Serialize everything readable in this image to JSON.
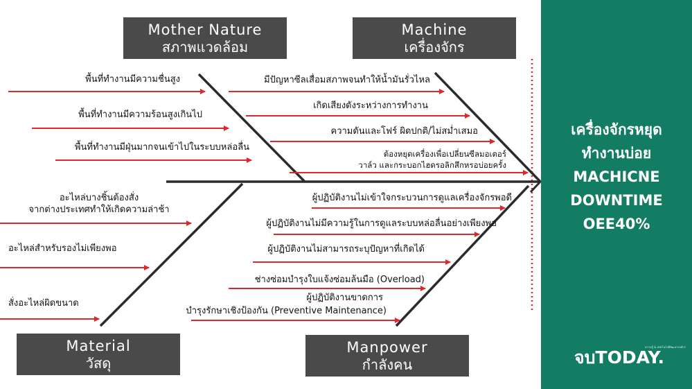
{
  "categories": {
    "mother_nature": {
      "en": "Mother Nature",
      "th": "สภาพแวดล้อม"
    },
    "machine": {
      "en": "Machine",
      "th": "เครื่องจักร"
    },
    "material": {
      "en": "Material",
      "th": "วัสดุ"
    },
    "manpower": {
      "en": "Manpower",
      "th": "กำลังคน"
    }
  },
  "causes": {
    "mother_nature": [
      "พื้นที่ทำงานมีความชื่นสูง",
      "พื้นที่ทำงานมีความร้อนสูงเกินไป",
      "พื้นที่ทำงานมีฝุ่นมากจนเข้าไปในระบบหล่อลื่น"
    ],
    "machine": [
      "มีปัญหาซีลเสื่อมสภาพจนทำให้น้ำมันรั่วไหล",
      "เกิดเสียงดังระหว่างการทำงาน",
      "ความดันและโฟร์ ผิดปกติ/ไม่สม่ำเสมอ",
      "ต้องหยุดเครื่องเพื่อเปลี่ยนซีลมอเตอร์",
      "วาล์ว และกระบอกไฮดรอลิกสึกหรอบ่อยครั้ง"
    ],
    "material": [
      "อะไหล่บางชิ้นต้องสั่ง",
      "จากต่างประเทศทำให้เกิดความล่าช้า",
      "อะไหล่สำหรับรองไม่เพียงพอ",
      "สั่งอะไหล่ผิดขนาด"
    ],
    "manpower": [
      "ผู้ปฏิบัติงานไม่เข้าใจกระบวนการดูแลเครื่องจักรพอดี",
      "ผู้ปฏิบัติงานไม่มีความรู้ในการดูแลระบบหล่อลื่นอย่างเพียงพอ",
      "ผู้ปฏิบัติงานไม่สามารถระบุปัญหาที่เกิดได้",
      "ช่างซ่อมบำรุงใบแจ้งซ่อมล้นมือ (Overload)",
      "ผู้ปฏิบัติงานขาดการ",
      "บำรุงรักษาเชิงป้องกัน (Preventive Maintenance)"
    ]
  },
  "effect": {
    "line1": "เครื่องจักรหยุด",
    "line2": "ทำงานบ่อย",
    "line3": "MACHICNE",
    "line4": "DOWNTIME",
    "line5": "OEE40%"
  },
  "logo": {
    "text": "จบTODAY.",
    "tagline": "ความรู้ & เทคโนโลยีพัฒนาองค์กร"
  },
  "colors": {
    "arrow": "#e0262b",
    "bone": "#2b2b2b",
    "box": "#4a4a4a",
    "panel": "#137d63"
  }
}
